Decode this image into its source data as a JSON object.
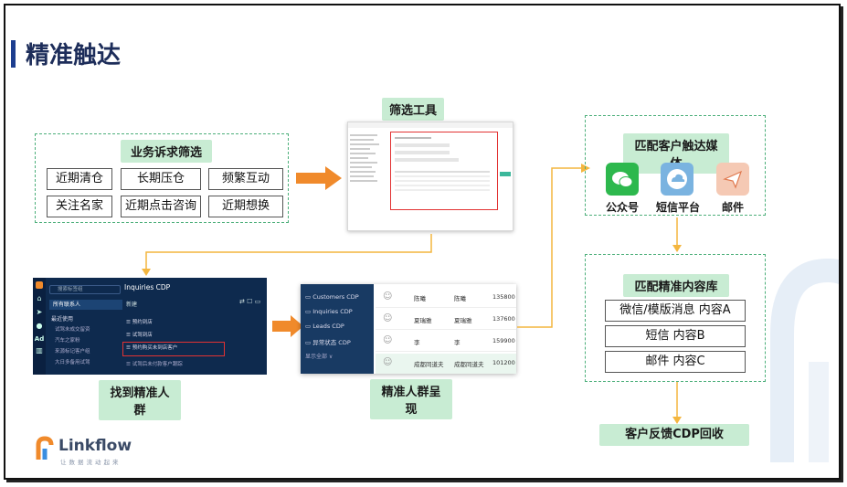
{
  "title": "精准触达",
  "filter_section": {
    "label": "业务诉求筛选",
    "tags": [
      "近期清仓",
      "长期压仓",
      "频繁互动",
      "关注名家",
      "近期点击咨询",
      "近期想换"
    ]
  },
  "filter_tool": {
    "label": "筛选工具"
  },
  "find_crowd": {
    "label": "找到精准人群",
    "search_placeholder": "搜索标签组",
    "app_title": "Inquiries CDP",
    "new_label": "新建",
    "left_nav": [
      "所有联系人",
      "最近使用",
      "试驾未成交留资",
      "汽车之家粉",
      "来源标记客户组",
      "大日多备用试驾"
    ],
    "list_items": [
      "预约到店",
      "试驾到店",
      "预约购买未到店客户",
      "试驾后未付款客户跟踪"
    ],
    "icons": [
      "home-icon",
      "send-icon",
      "user-icon",
      "ad-icon",
      "chart-icon"
    ]
  },
  "crowd_display": {
    "label": "精准人群呈现",
    "folders": [
      "Customers CDP",
      "Inquiries CDP",
      "Leads CDP",
      "异常状态 CDP"
    ],
    "more_label": "显示全部 ∨",
    "rows": [
      {
        "name1": "陈曦",
        "name2": "陈曦",
        "phone": "135800"
      },
      {
        "name1": "夏瑞雅",
        "name2": "夏瑞雅",
        "phone": "137600"
      },
      {
        "name1": "李",
        "name2": "李",
        "phone": "159900"
      },
      {
        "name1": "成都同道夫",
        "name2": "成都同道夫",
        "phone": "101200"
      }
    ]
  },
  "media": {
    "label": "匹配客户触达媒体",
    "items": [
      {
        "name": "公众号",
        "icon": "wechat-icon",
        "color": "#2db84d"
      },
      {
        "name": "短信平台",
        "icon": "cloud-icon",
        "color": "#7ab3e0"
      },
      {
        "name": "邮件",
        "icon": "paper-plane-icon",
        "color": "#f0a88a"
      }
    ]
  },
  "content": {
    "label": "匹配精准内容库",
    "items": [
      "微信/模版消息 内容A",
      "短信 内容B",
      "邮件 内容C"
    ]
  },
  "feedback": {
    "label": "客户反馈CDP回收"
  },
  "logo": {
    "name": "Linkflow",
    "tagline": "让数据流动起来"
  },
  "colors": {
    "accent": "#f08a2b",
    "green_border": "#4caf7a",
    "green_tag": "#c8ecd3",
    "navy": "#1d2d5a"
  }
}
